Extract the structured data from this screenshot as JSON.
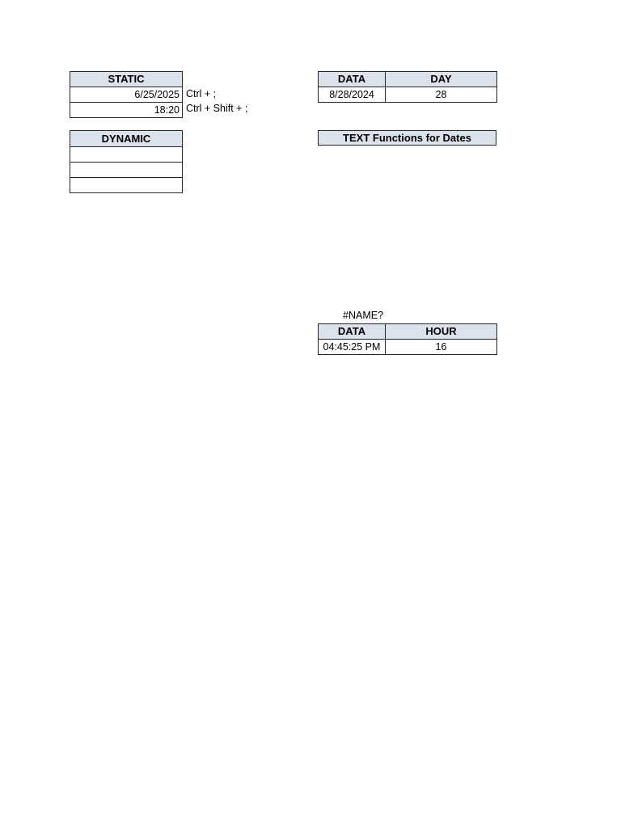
{
  "colors": {
    "header_fill": "#dbe2ec",
    "border": "#262626"
  },
  "static_table": {
    "title": "STATIC",
    "rows": [
      {
        "value": "6/25/2025",
        "shortcut": "Ctrl + ;"
      },
      {
        "value": "18:20",
        "shortcut": "Ctrl + Shift + ;"
      }
    ]
  },
  "day_table": {
    "headers": {
      "data": "DATA",
      "day": "DAY"
    },
    "row": {
      "data": "8/28/2024",
      "day": "28"
    }
  },
  "dynamic_table": {
    "title": "DYNAMIC",
    "empty_row_count": 3
  },
  "section_banner": {
    "title": "TEXT Functions for Dates"
  },
  "hour_section": {
    "error_value": "#NAME?",
    "headers": {
      "data": "DATA",
      "hour": "HOUR"
    },
    "row": {
      "data": "04:45:25 PM",
      "hour": "16"
    }
  }
}
